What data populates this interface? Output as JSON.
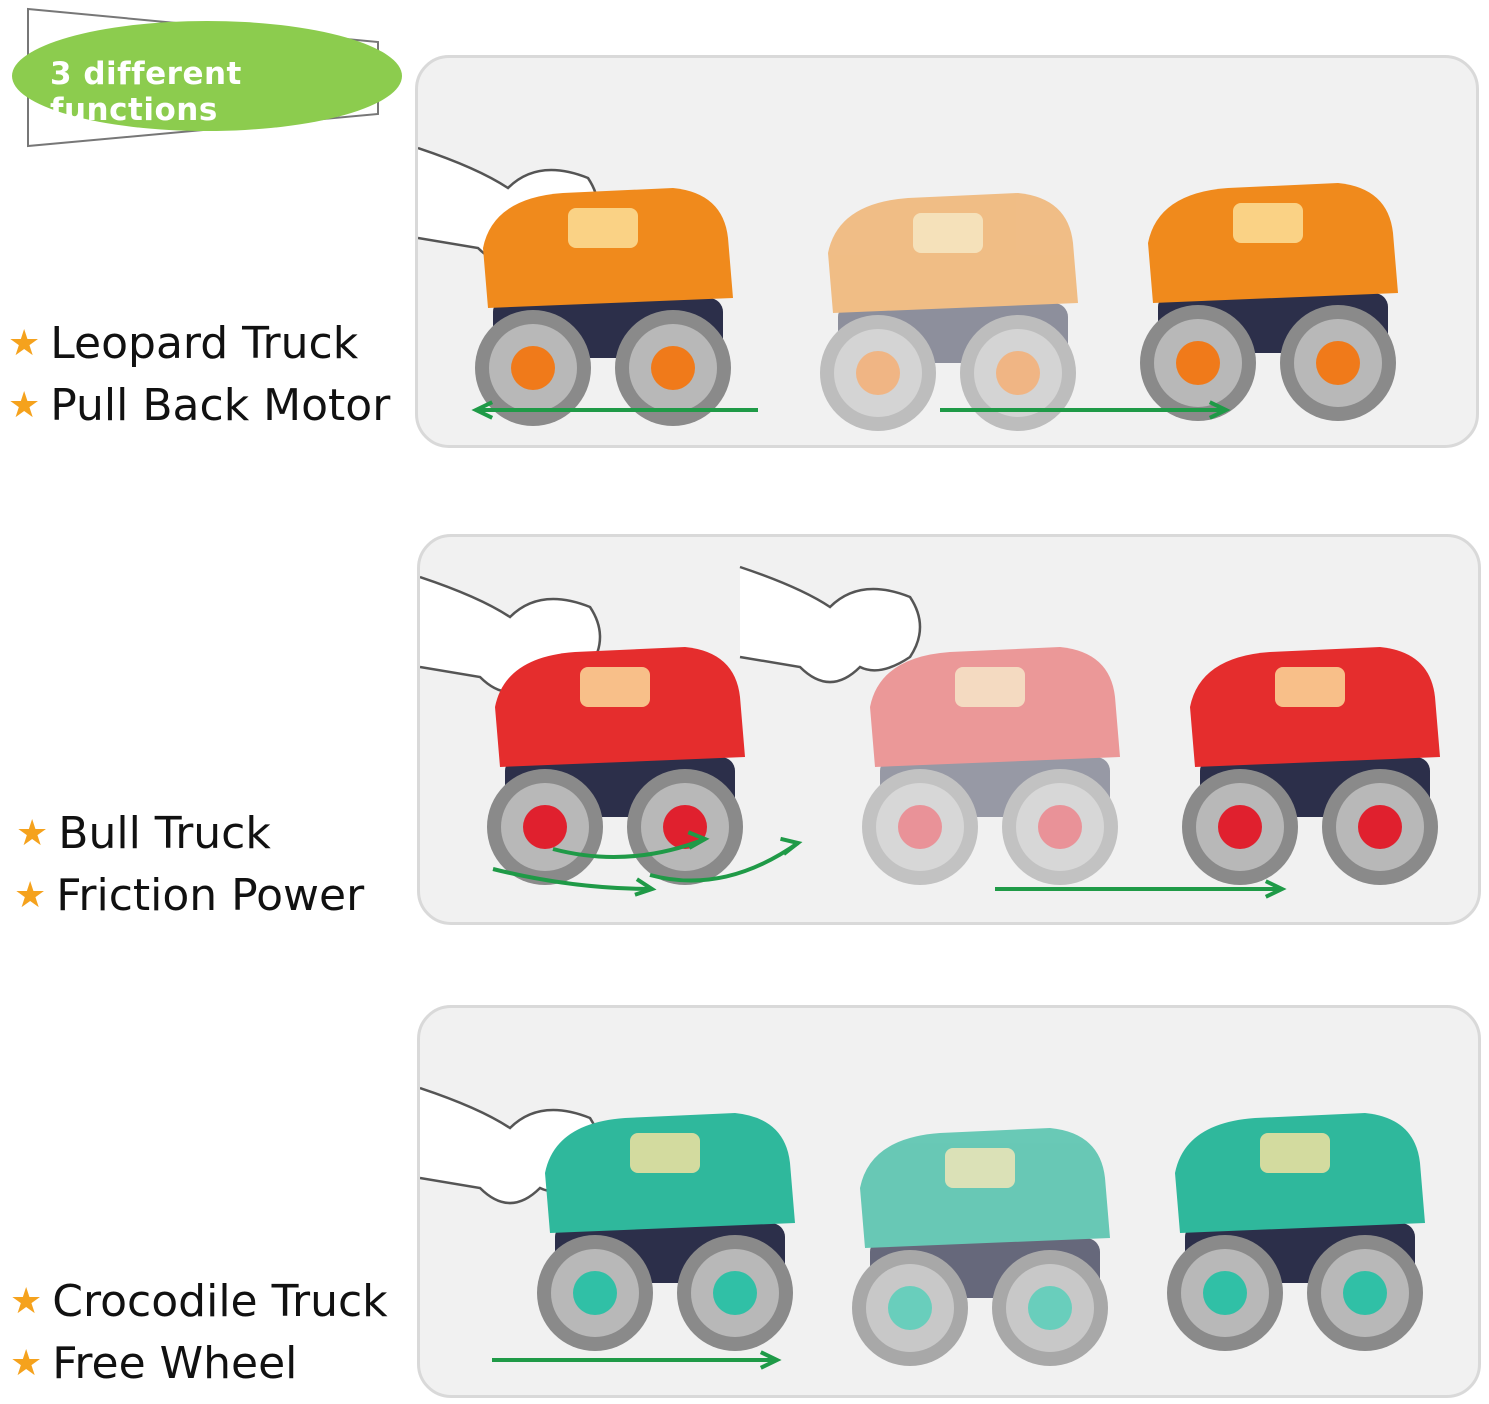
{
  "badge": {
    "text": "3 different functions",
    "color": "#8ccc4e"
  },
  "accent": {
    "arrow": "#1f9a47",
    "star": "#f5a21d",
    "star_icon": "star-icon"
  },
  "sections": [
    {
      "name": "Leopard Truck",
      "feature": "Pull Back Motor",
      "body_color": "#f08a1c",
      "hub_color": "#f07a1a",
      "arrows": "left-right"
    },
    {
      "name": "Bull Truck",
      "feature": "Friction Power",
      "body_color": "#e52d2d",
      "hub_color": "#e0202e",
      "arrows": "curved-right"
    },
    {
      "name": "Crocodile Truck",
      "feature": "Free Wheel",
      "body_color": "#2fb89c",
      "hub_color": "#30c0a6",
      "arrows": "right"
    }
  ]
}
